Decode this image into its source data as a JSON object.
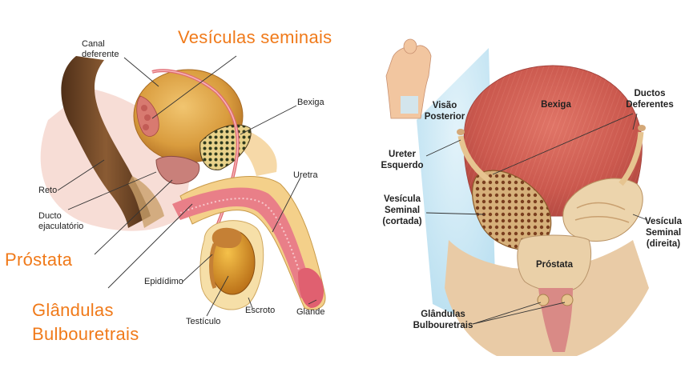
{
  "left_diagram": {
    "labels": {
      "canal_deferente": [
        "Canal",
        "deferente"
      ],
      "bexiga": "Bexiga",
      "reto": "Reto",
      "ducto_ejaculatorio": [
        "Ducto",
        "ejaculatório"
      ],
      "uretra": "Uretra",
      "epididimo": "Epidídimo",
      "testiculo": "Testículo",
      "escroto": "Escroto",
      "glande": "Glande"
    },
    "highlight_labels": {
      "vesiculas_seminais": "Vesículas seminais",
      "prostata": "Próstata",
      "glandulas_bulbouretrais": [
        "Glândulas",
        "Bulbouretrais"
      ]
    }
  },
  "right_diagram": {
    "labels": {
      "visao_posterior": [
        "Visão",
        "Posterior"
      ],
      "bexiga": "Bexiga",
      "ductos_deferentes": [
        "Ductos",
        "Deferentes"
      ],
      "ureter_esquerdo": [
        "Ureter",
        "Esquerdo"
      ],
      "vesicula_seminal_cortada": [
        "Vesícula",
        "Seminal",
        "(cortada)"
      ],
      "vesicula_seminal_direita": [
        "Vesícula",
        "Seminal",
        "(direita)"
      ],
      "prostata": "Próstata",
      "glandulas_bulbouretrais": [
        "Glândulas",
        "Bulbouretrais"
      ]
    }
  },
  "colors": {
    "highlight_text": "#f07a1a",
    "label_text": "#222222",
    "leader_line": "#333333",
    "rectum": "#6b4426",
    "bladder": "#d9a54a",
    "seminal_vesicle": "#d87a70",
    "urethra": "#e97f88",
    "testis": "#d9962f",
    "scrotum": "#f4d08a",
    "right_bladder": "#cf5c52",
    "right_prostate": "#ead0a8",
    "right_background": "#cfeaf6"
  }
}
